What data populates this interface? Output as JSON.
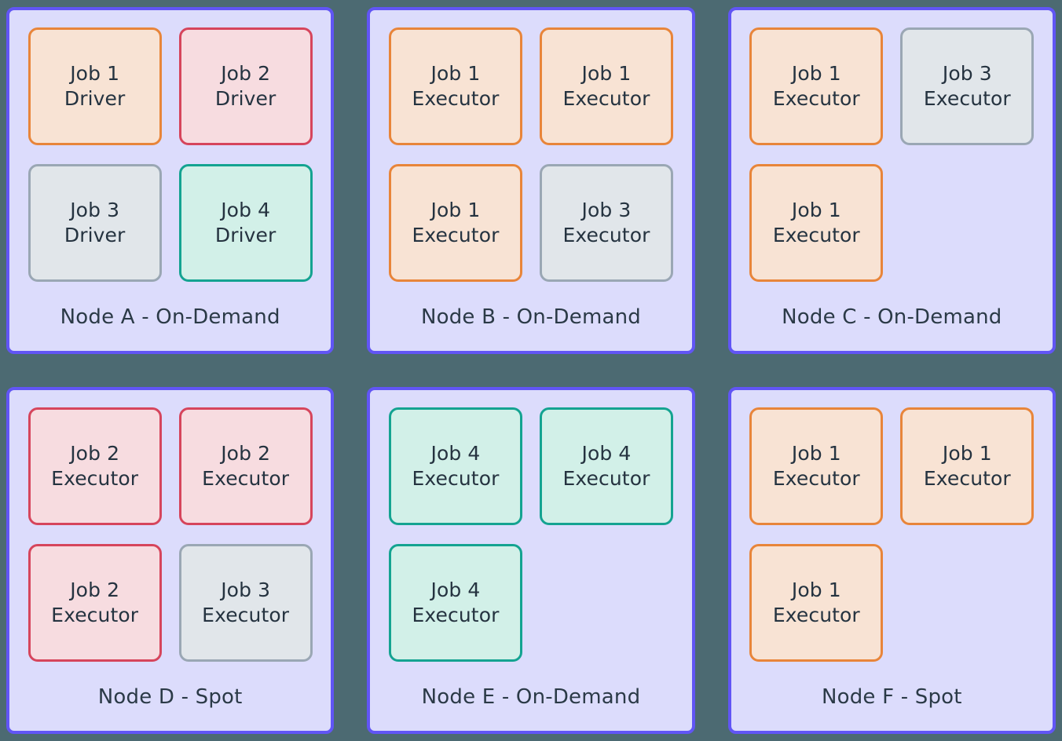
{
  "theme": {
    "page_background": "#4c6a72",
    "node_border": "#6155f5",
    "node_background": "#dcdcfc",
    "label_color": "#2b3a47",
    "job_colors": {
      "job-1": {
        "border": "#e8853a",
        "fill": "#f8e3d4"
      },
      "job-2": {
        "border": "#d6455c",
        "fill": "#f7dce0"
      },
      "job-3": {
        "border": "#9aa7b4",
        "fill": "#e1e6ea"
      },
      "job-4": {
        "border": "#14a391",
        "fill": "#d2f0e8"
      }
    }
  },
  "nodes": [
    {
      "label": "Node A - On-Demand",
      "name": "Node A",
      "lifecycle": "On-Demand",
      "slots": [
        {
          "job": "Job 1",
          "role": "Driver",
          "color": "job-1"
        },
        {
          "job": "Job 2",
          "role": "Driver",
          "color": "job-2"
        },
        {
          "job": "Job 3",
          "role": "Driver",
          "color": "job-3"
        },
        {
          "job": "Job 4",
          "role": "Driver",
          "color": "job-4"
        }
      ]
    },
    {
      "label": "Node B - On-Demand",
      "name": "Node B",
      "lifecycle": "On-Demand",
      "slots": [
        {
          "job": "Job 1",
          "role": "Executor",
          "color": "job-1"
        },
        {
          "job": "Job 1",
          "role": "Executor",
          "color": "job-1"
        },
        {
          "job": "Job 1",
          "role": "Executor",
          "color": "job-1"
        },
        {
          "job": "Job 3",
          "role": "Executor",
          "color": "job-3"
        }
      ]
    },
    {
      "label": "Node C - On-Demand",
      "name": "Node C",
      "lifecycle": "On-Demand",
      "slots": [
        {
          "job": "Job 1",
          "role": "Executor",
          "color": "job-1"
        },
        {
          "job": "Job 3",
          "role": "Executor",
          "color": "job-3"
        },
        {
          "job": "Job 1",
          "role": "Executor",
          "color": "job-1"
        },
        {
          "job": "",
          "role": "",
          "color": "empty"
        }
      ]
    },
    {
      "label": "Node D - Spot",
      "name": "Node D",
      "lifecycle": "Spot",
      "slots": [
        {
          "job": "Job 2",
          "role": "Executor",
          "color": "job-2"
        },
        {
          "job": "Job 2",
          "role": "Executor",
          "color": "job-2"
        },
        {
          "job": "Job 2",
          "role": "Executor",
          "color": "job-2"
        },
        {
          "job": "Job 3",
          "role": "Executor",
          "color": "job-3"
        }
      ]
    },
    {
      "label": "Node E - On-Demand",
      "name": "Node E",
      "lifecycle": "On-Demand",
      "slots": [
        {
          "job": "Job 4",
          "role": "Executor",
          "color": "job-4"
        },
        {
          "job": "Job 4",
          "role": "Executor",
          "color": "job-4"
        },
        {
          "job": "Job 4",
          "role": "Executor",
          "color": "job-4"
        },
        {
          "job": "",
          "role": "",
          "color": "empty"
        }
      ]
    },
    {
      "label": "Node F - Spot",
      "name": "Node F",
      "lifecycle": "Spot",
      "slots": [
        {
          "job": "Job 1",
          "role": "Executor",
          "color": "job-1"
        },
        {
          "job": "Job 1",
          "role": "Executor",
          "color": "job-1"
        },
        {
          "job": "Job 1",
          "role": "Executor",
          "color": "job-1"
        },
        {
          "job": "",
          "role": "",
          "color": "empty"
        }
      ]
    }
  ]
}
